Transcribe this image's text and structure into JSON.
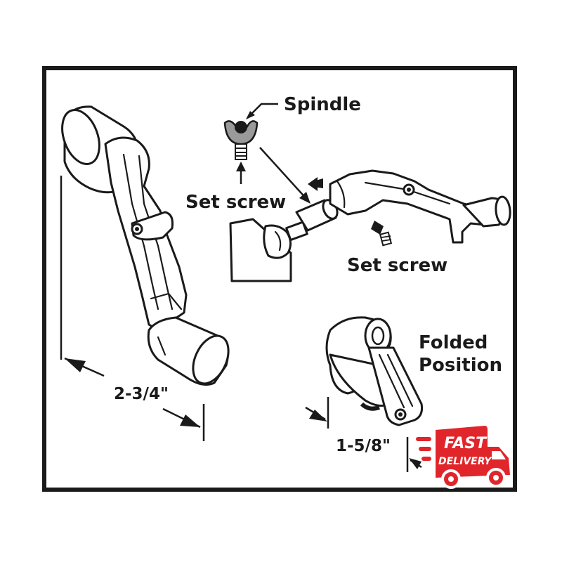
{
  "labels": {
    "spindle": "Spindle",
    "set_screw_left": "Set screw",
    "set_screw_right": "Set screw",
    "folded_line1": "Folded",
    "folded_line2": "Position"
  },
  "dimensions": {
    "extended_length": "2-3/4\"",
    "folded_length": "1-5/8\""
  },
  "badge": {
    "line1": "FAST",
    "line2": "DELIVERY",
    "color": "#e0262b"
  },
  "colors": {
    "ink": "#1a1a1a",
    "frame": "#1a1a1a",
    "spindle_fill": "#9a9a9a"
  }
}
